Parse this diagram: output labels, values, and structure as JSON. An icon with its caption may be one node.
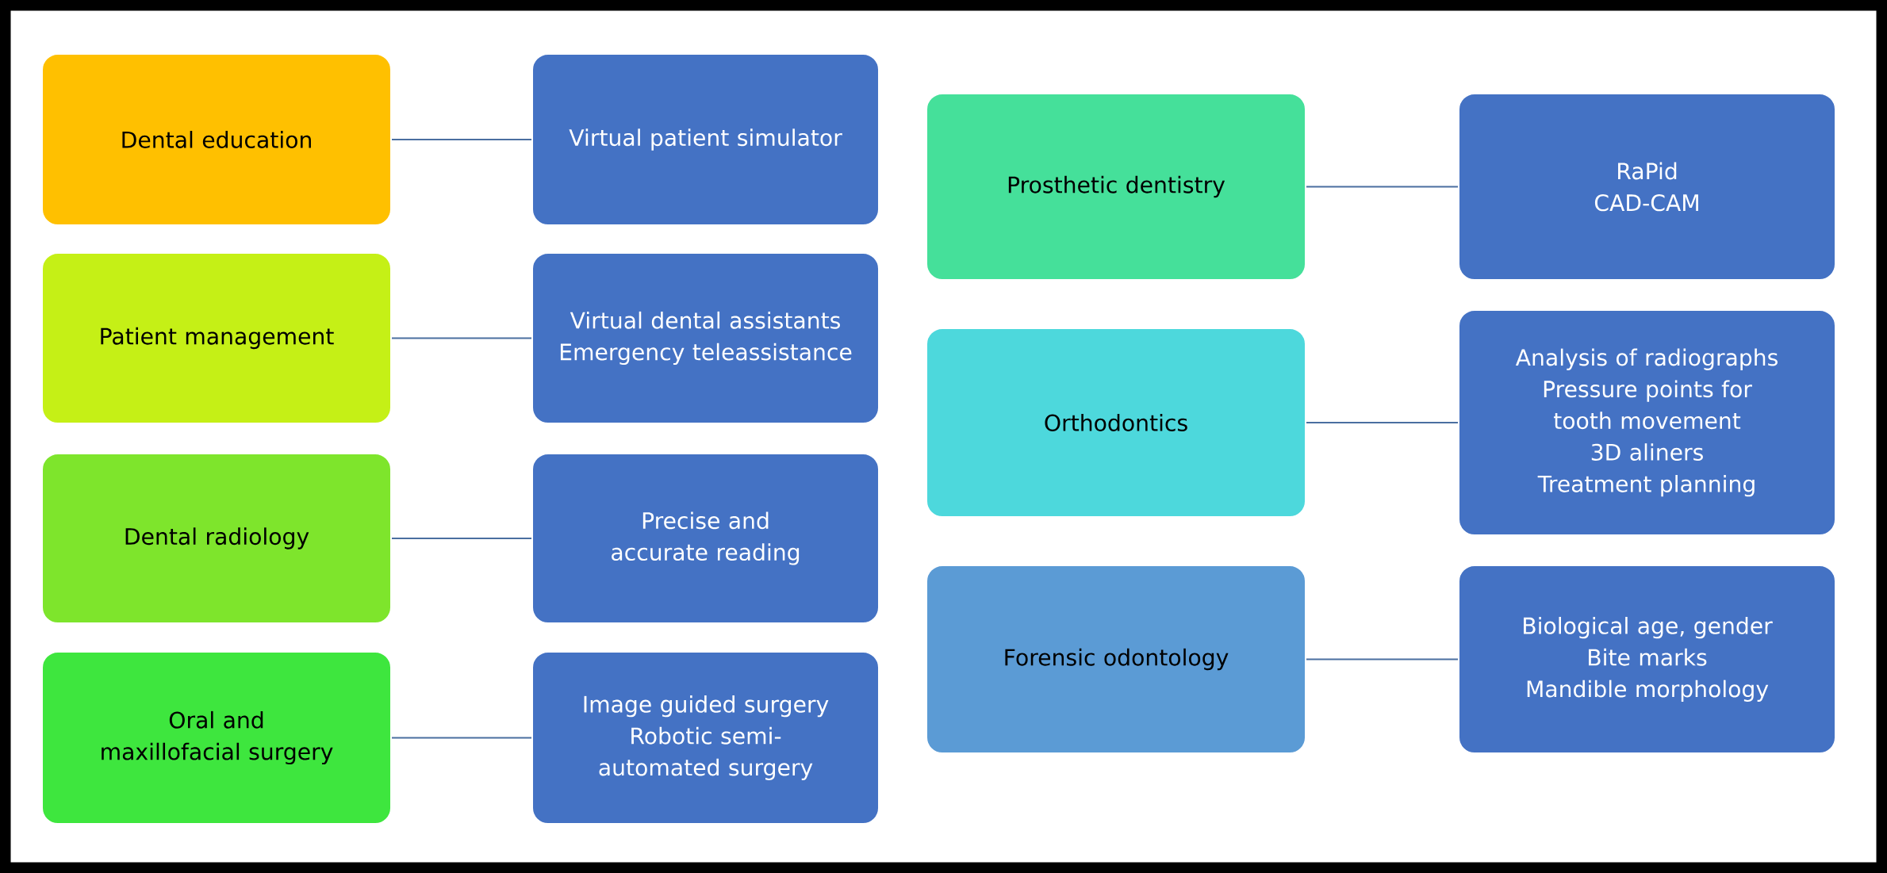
{
  "diagram": {
    "nodes": [
      {
        "text": [
          "Dental education"
        ]
      },
      {
        "text": [
          "Virtual patient simulator"
        ]
      },
      {
        "text": [
          "Patient management"
        ]
      },
      {
        "text": [
          "Virtual dental assistants",
          "Emergency teleassistance"
        ]
      },
      {
        "text": [
          "Dental radiology"
        ]
      },
      {
        "text": [
          "Precise and accurate reading"
        ]
      },
      {
        "text": [
          "Oral and maxillofacial surgery"
        ]
      },
      {
        "text": [
          "Image guided surgery",
          "Robotic semi-automated surgery"
        ]
      },
      {
        "text": [
          "Prosthetic dentistry"
        ]
      },
      {
        "text": [
          "RaPid",
          "CAD-CAM"
        ]
      },
      {
        "text": [
          "Orthodontics"
        ]
      },
      {
        "text": [
          "Analysis of radiographs",
          "Pressure points for tooth movement",
          "3D aliners",
          "Treatment planning"
        ]
      },
      {
        "text": [
          "Forensic odontology"
        ]
      },
      {
        "text": [
          "Biological age, gender",
          "Bite marks",
          "Mandible morphology"
        ]
      }
    ],
    "edges": [
      {
        "from": 0,
        "to": 1,
        "arrow": "none"
      },
      {
        "from": 2,
        "to": 3,
        "arrow": "none"
      },
      {
        "from": 4,
        "to": 5,
        "arrow": "none"
      },
      {
        "from": 6,
        "to": 7,
        "arrow": "none"
      },
      {
        "from": 8,
        "to": 9,
        "arrow": "none"
      },
      {
        "from": 10,
        "to": 11,
        "arrow": "none"
      },
      {
        "from": 12,
        "to": 13,
        "arrow": "none"
      }
    ]
  }
}
